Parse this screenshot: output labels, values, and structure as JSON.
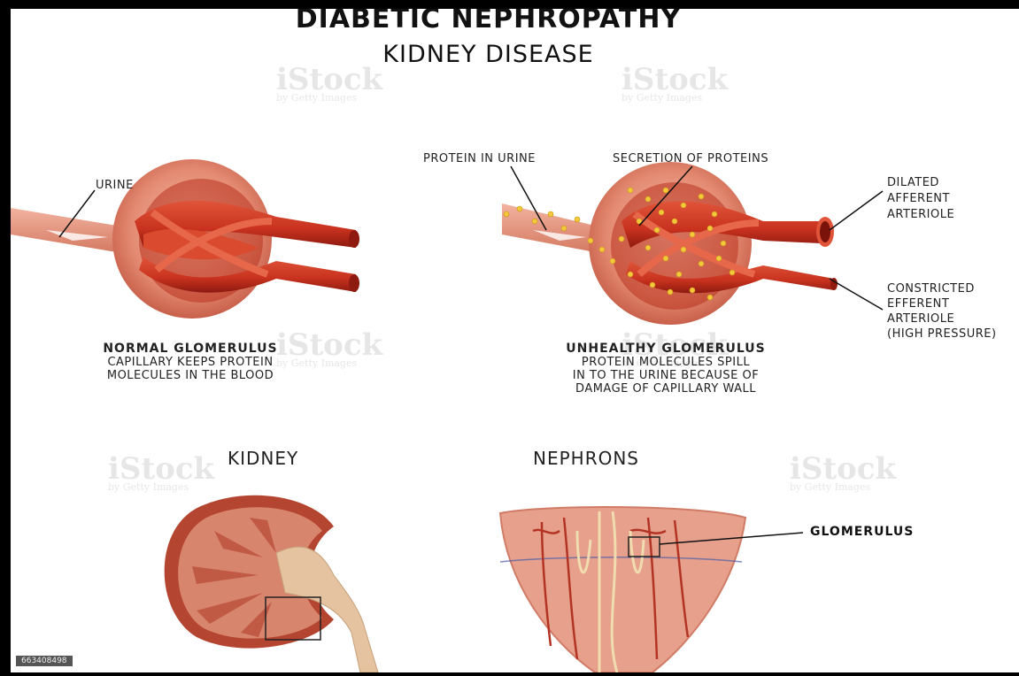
{
  "title": "DIABETIC NEPHROPATHY",
  "subtitle": "KIDNEY DISEASE",
  "normal": {
    "label_urine": "URINE",
    "heading": "NORMAL GLOMERULUS",
    "line1": "CAPILLARY KEEPS PROTEIN",
    "line2": "MOLECULES IN THE BLOOD"
  },
  "unhealthy": {
    "label_protein": "PROTEIN IN URINE",
    "label_secretion": "SECRETION OF PROTEINS",
    "label_dilated_1": "DILATED",
    "label_dilated_2": "AFFERENT",
    "label_dilated_3": "ARTERIOLE",
    "label_constricted_1": "CONSTRICTED",
    "label_constricted_2": "EFFERENT",
    "label_constricted_3": "ARTERIOLE",
    "label_constricted_4": "(HIGH PRESSURE)",
    "heading": "UNHEALTHY GLOMERULUS",
    "line1": "PROTEIN MOLECULES SPILL",
    "line2": "IN TO THE URINE BECAUSE OF",
    "line3": "DAMAGE OF CAPILLARY WALL"
  },
  "kidney_title": "KIDNEY",
  "nephrons_title": "NEPHRONS",
  "glomerulus_label": "GLOMERULUS",
  "stock_id": "663408498",
  "watermark": {
    "brand": "iStock",
    "sub": "by Getty Images"
  },
  "colors": {
    "vessel": "#c8321e",
    "vessel_dark": "#8e1a10",
    "capsule": "#e89580",
    "protein": "#f3c83a",
    "tissue": "#e7a08c"
  }
}
